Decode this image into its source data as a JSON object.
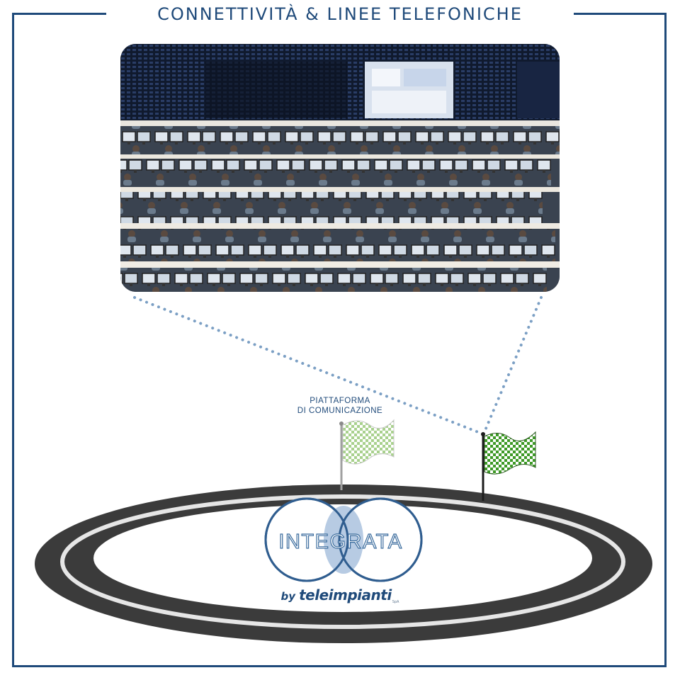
{
  "header": {
    "title": "CONNETTIVITÀ & LINEE TELEFONICHE"
  },
  "photo": {
    "subject": "call-center-operations-room"
  },
  "flags": {
    "platform_label_line1": "PIATTAFORMA",
    "platform_label_line2": "DI COMUNICAZIONE"
  },
  "logo": {
    "name": "INTEGRATA",
    "by": "by",
    "brand": "teleimpianti",
    "suffix": "SpA"
  },
  "colors": {
    "primary": "#1f4a7a",
    "dotted_line": "#7b9fc4",
    "track_dark": "#3a3a3a",
    "track_light": "#e6e6e6",
    "flag_light": "#a9d18e",
    "flag_dark": "#3e9a27"
  }
}
